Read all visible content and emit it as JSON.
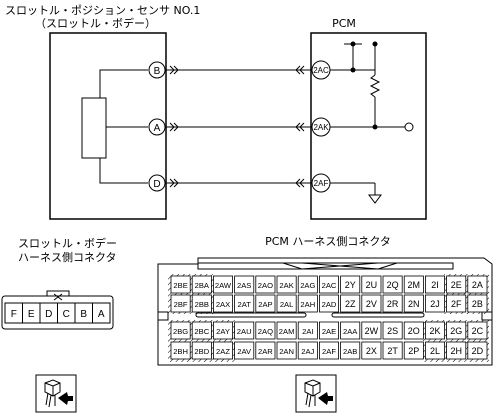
{
  "sensor": {
    "title": "スロットル・ポジション・センサ NO.1",
    "subtitle": "（スロットル・ボデー）",
    "pins": [
      "B",
      "A",
      "D"
    ]
  },
  "pcm": {
    "title": "PCM",
    "pins": [
      "2AC",
      "2AK",
      "2AF"
    ]
  },
  "connector_left": {
    "title_line1": "スロットル・ボデー",
    "title_line2": "ハーネス側コネクタ",
    "pins": [
      "F",
      "E",
      "D",
      "C",
      "B",
      "A"
    ]
  },
  "connector_right": {
    "title": "PCM ハーネス側コネクタ",
    "rows": [
      [
        "2BE",
        "2BA",
        "2AW",
        "2AS",
        "2AO",
        "2AK",
        "2AG",
        "2AC",
        "2Y",
        "2U",
        "2Q",
        "2M",
        "2I",
        "2E",
        "2A"
      ],
      [
        "2BF",
        "2BB",
        "2AX",
        "2AT",
        "2AP",
        "2AL",
        "2AH",
        "2AD",
        "2Z",
        "2V",
        "2R",
        "2N",
        "2J",
        "2F",
        "2B"
      ],
      [
        "2BG",
        "2BC",
        "2AY",
        "2AU",
        "2AQ",
        "2AM",
        "2AI",
        "2AE",
        "2AA",
        "2W",
        "2S",
        "2O",
        "2K",
        "2G",
        "2C"
      ],
      [
        "2BH",
        "2BD",
        "2AZ",
        "2AV",
        "2AR",
        "2AN",
        "2AJ",
        "2AF",
        "2AB",
        "2X",
        "2T",
        "2P",
        "2L",
        "2H",
        "2D"
      ]
    ]
  }
}
